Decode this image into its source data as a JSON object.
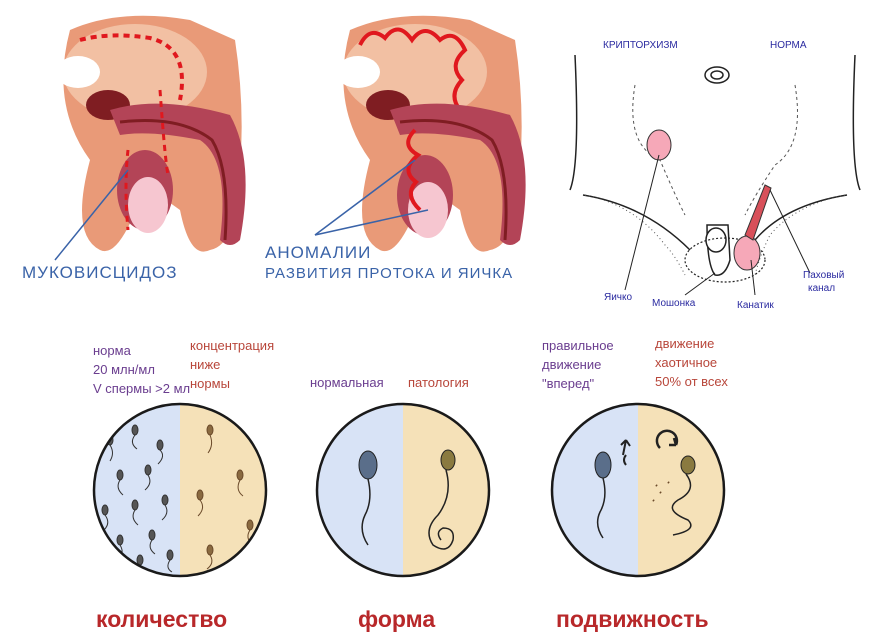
{
  "anatomy": {
    "label_mucoviscidosis": "МУКОВИСЦИДОЗ",
    "label_anomalies_line1": "АНОМАЛИИ",
    "label_anomalies_line2": "РАЗВИТИЯ ПРОТОКА И ЯИЧКА"
  },
  "cryptorchidism": {
    "label_cryptorchidism": "КРИПТОРХИЗМ",
    "label_norm": "НОРМА",
    "label_testicle": "Яичко",
    "label_scrotum": "Мошонка",
    "label_cord": "Канатик",
    "label_inguinal_line1": "Паховый",
    "label_inguinal_line2": "канал"
  },
  "quantity": {
    "norm_line1": "норма",
    "norm_line2": "20 млн/мл",
    "norm_line3": "V спермы >2 мл",
    "low_line1": "концентрация",
    "low_line2": "ниже",
    "low_line3": "нормы",
    "title": "количество"
  },
  "shape": {
    "normal": "нормальная",
    "pathology": "патология",
    "title": "форма"
  },
  "motility": {
    "correct_line1": "правильное",
    "correct_line2": "движение",
    "correct_line3": "\"вперед\"",
    "chaotic_line1": "движение",
    "chaotic_line2": "хаотичное",
    "chaotic_line3": "50% от всех",
    "title": "подвижность"
  },
  "colors": {
    "body_orange": "#e99a78",
    "body_light": "#f2c0a3",
    "penis": "#b34457",
    "dark_red": "#7f1d22",
    "pink": "#f6c6d0",
    "duct_red": "#e0181e",
    "circle_blue": "#d8e3f6",
    "circle_cream": "#f5e1b8",
    "label_blue": "#3a63a8",
    "title_red": "#b8282a"
  }
}
